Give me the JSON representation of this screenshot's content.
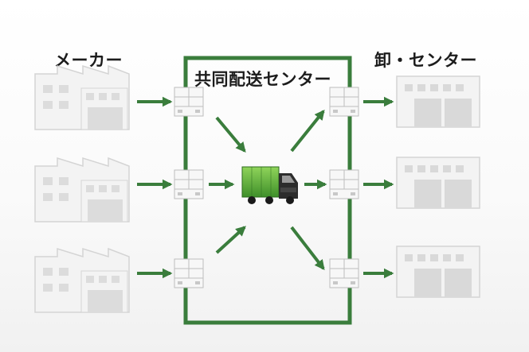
{
  "labels": {
    "makers": "メーカー",
    "center": "共同配送センター",
    "wholesale": "卸・センター"
  },
  "colors": {
    "green": "#3a7d3c",
    "building_fill": "#f2f2f2",
    "building_stroke": "#d6d6d6",
    "window_fill": "#d9d9d9"
  },
  "icons": {
    "makers": [
      "factory-icon",
      "factory-icon",
      "factory-icon"
    ],
    "center_inbound": [
      "pallet-icon",
      "pallet-icon",
      "pallet-icon"
    ],
    "center_outbound": [
      "pallet-icon",
      "pallet-icon",
      "pallet-icon"
    ],
    "hub": "truck-icon",
    "wholesale": [
      "warehouse-icon",
      "warehouse-icon",
      "warehouse-icon"
    ]
  }
}
